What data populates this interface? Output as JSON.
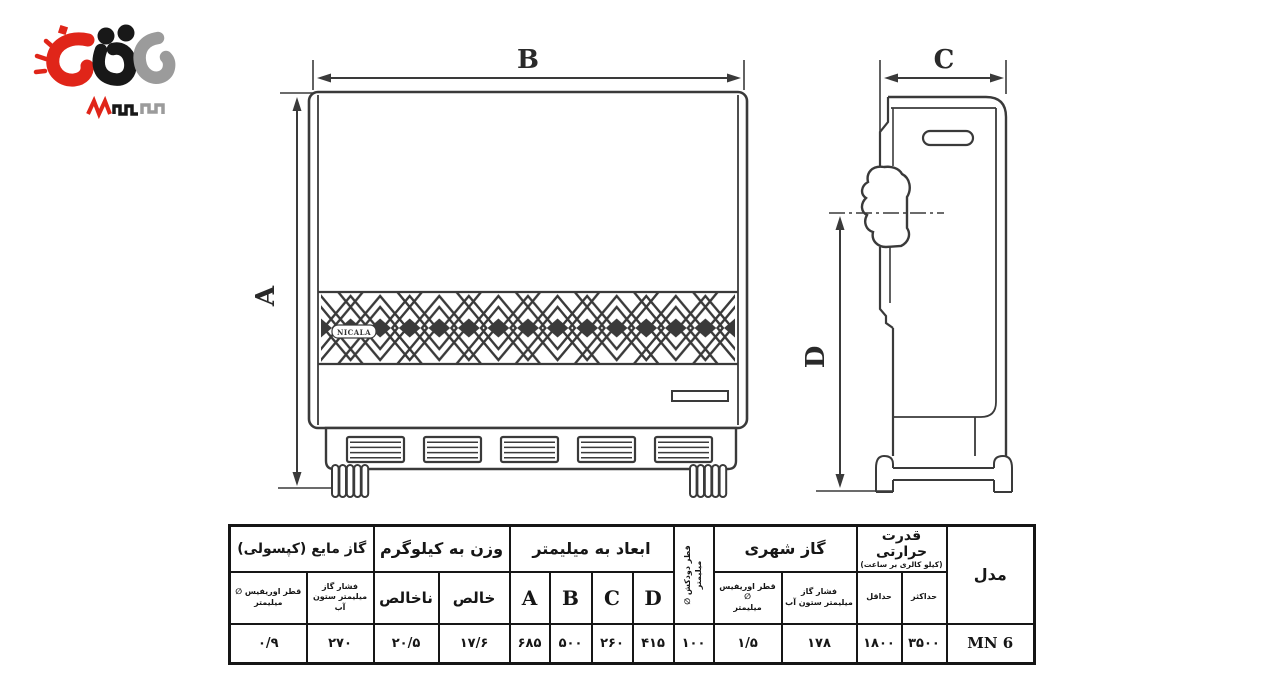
{
  "drawing": {
    "front_view": {
      "width_label": "B",
      "height_label": "A",
      "grille_text": "NICALA"
    },
    "side_view": {
      "width_label": "C",
      "height_label": "D"
    }
  },
  "table": {
    "model": {
      "header": "مدل",
      "value": "MN 6"
    },
    "thermal": {
      "header": "قدرت حرارتی",
      "subheader": "(کیلو کالری بر ساعت)",
      "max_label": "حداکثر",
      "max_value": "۳۵۰۰",
      "min_label": "حداقل",
      "min_value": "۱۸۰۰"
    },
    "city_gas": {
      "header": "گاز شهری",
      "pressure_line1": "فشار گاز",
      "pressure_line2": "میلیمتر ستون آب",
      "pressure_value": "۱۷۸",
      "orifice_line1": "قطر اوریفیس ∅",
      "orifice_line2": "میلیمتر",
      "orifice_value": "۱/۵"
    },
    "chimney": {
      "line1": "قطر دودکش ∅",
      "line2": "میلیمتر",
      "value": "۱۰۰"
    },
    "dims": {
      "header": "ابعاد به میلیمتر",
      "cols": [
        {
          "label": "D",
          "value": "۴۱۵"
        },
        {
          "label": "C",
          "value": "۲۶۰"
        },
        {
          "label": "B",
          "value": "۵۰۰"
        },
        {
          "label": "A",
          "value": "۶۸۵"
        }
      ]
    },
    "weight": {
      "header": "وزن به کیلوگرم",
      "net_label": "خالص",
      "net_value": "۱۷/۶",
      "gross_label": "ناخالص",
      "gross_value": "۲۰/۵"
    },
    "lpg": {
      "header": "گاز مایع (کپسولی)",
      "pressure_line1": "فشار گاز",
      "pressure_line2": "میلیمتر ستون آب",
      "pressure_value": "۲۷۰",
      "orifice_line1": "قطر اوریفیس ∅",
      "orifice_line2": "میلیمتر",
      "orifice_value": "۰/۹"
    }
  },
  "colors": {
    "accent_red": "#e01212",
    "line": "#3a3a3a",
    "table_border": "#161616"
  }
}
